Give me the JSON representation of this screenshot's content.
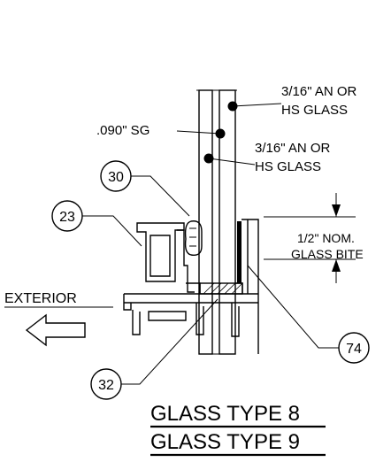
{
  "labels": {
    "glass_outer": [
      "3/16\" AN OR",
      "HS GLASS"
    ],
    "glass_inner": [
      "3/16\" AN OR",
      "HS GLASS"
    ],
    "interlayer": ".090\" SG",
    "bite": [
      "1/2\" NOM.",
      "GLASS BITE"
    ],
    "exterior": "EXTERIOR"
  },
  "callouts": {
    "c30": "30",
    "c23": "23",
    "c74": "74",
    "c32": "32"
  },
  "titles": {
    "line1": "GLASS TYPE 8",
    "line2": "GLASS TYPE 9"
  }
}
